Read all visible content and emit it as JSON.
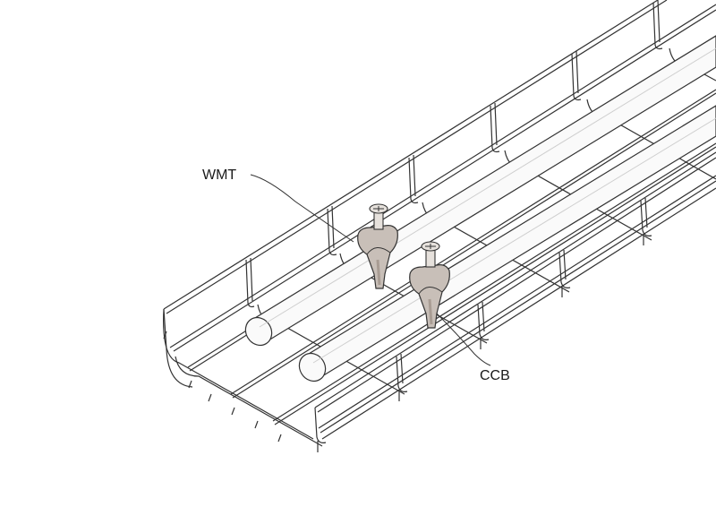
{
  "callouts": [
    {
      "id": "wmt",
      "label": "WMT"
    },
    {
      "id": "ccb",
      "label": "CCB"
    }
  ],
  "colors": {
    "background": "#ffffff",
    "outline": "#333333",
    "wire_fill": "#ffffff",
    "tube_fill": "#fafafa",
    "clamp_fill": "#c8bfb8",
    "clamp_shade": "#a89c93",
    "screw_fill": "#e6e1dc",
    "label_text": "#1a1a1a"
  }
}
